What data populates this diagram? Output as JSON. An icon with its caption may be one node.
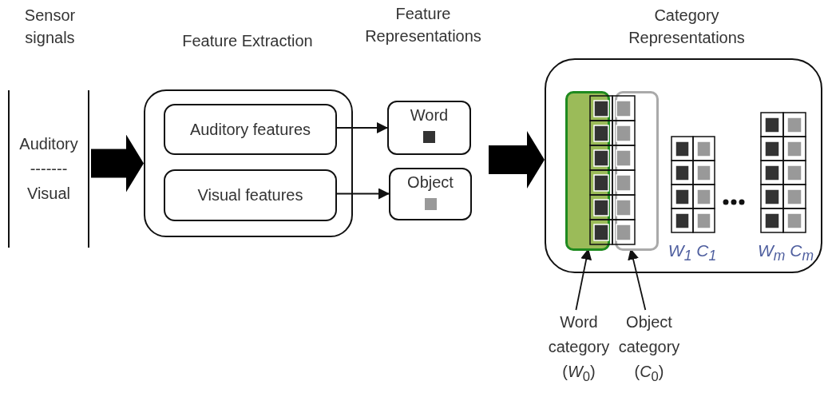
{
  "diagram": {
    "nodes": [
      {
        "text": [
          "Sensor signals",
          "Auditory ------- Visual"
        ]
      },
      {
        "text": [
          "Feature Extraction"
        ]
      },
      {
        "text": [
          "Auditory features"
        ],
        "in": 1
      },
      {
        "text": [
          "Visual features"
        ],
        "in": 1
      },
      {
        "text": [
          "Word"
        ]
      },
      {
        "text": [
          "Object"
        ]
      },
      {
        "text": [
          "Category Representations"
        ]
      },
      {
        "text": [],
        "shape": "box",
        "in": 6
      },
      {
        "text": [],
        "shape": "box",
        "in": 6
      },
      {
        "text": [
          "Word category (*W*$_{0}$)"
        ]
      },
      {
        "text": [
          "Object category (*C*$_{0}$)"
        ]
      }
    ],
    "edges": [
      {
        "from": 0,
        "to": 1,
        "arrow": "to",
        "style": "thick"
      },
      {
        "from": 2,
        "to": 4,
        "arrow": "to"
      },
      {
        "from": 3,
        "to": 5,
        "arrow": "to"
      },
      {
        "from": null,
        "to": 6,
        "arrow": "to",
        "style": "thick"
      },
      {
        "from": 9,
        "to": 7,
        "arrow": "to"
      },
      {
        "from": 10,
        "to": 8,
        "arrow": "to"
      }
    ],
    "labels": [
      "Feature Representations",
      "W$_{1}$ C$_{1}$",
      "W$_{m}$ C$_{m}$"
    ]
  }
}
